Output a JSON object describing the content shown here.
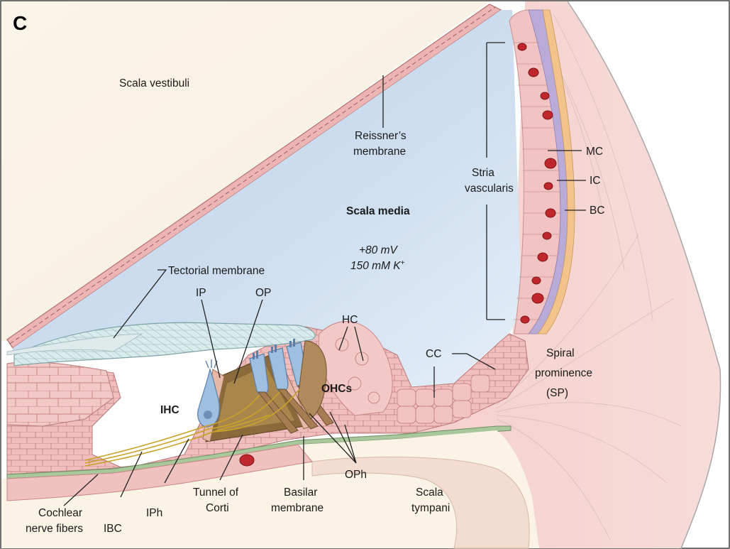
{
  "panel_letter": "C",
  "regions": {
    "scala_vestibuli": "Scala vestibuli",
    "scala_media": "Scala media",
    "scala_media_potential": "+80 mV",
    "scala_media_potassium": "150 mM K",
    "scala_media_potassium_sup": "+",
    "scala_tympani_line1": "Scala",
    "scala_tympani_line2": "tympani"
  },
  "labels": {
    "reissners_line1": "Reissner’s",
    "reissners_line2": "membrane",
    "tectorial": "Tectorial membrane",
    "stria_line1": "Stria",
    "stria_line2": "vascularis",
    "mc": "MC",
    "ic": "IC",
    "bc": "BC",
    "ip": "IP",
    "op": "OP",
    "hc": "HC",
    "cc": "CC",
    "spiral_line1": "Spiral",
    "spiral_line2": "prominence",
    "spiral_line3": "(SP)",
    "ihc": "IHC",
    "ohcs": "OHCs",
    "cochlear_line1": "Cochlear",
    "cochlear_line2": "nerve fibers",
    "ibc": "IBC",
    "iph": "IPh",
    "tunnel_line1": "Tunnel of",
    "tunnel_line2": "Corti",
    "basilar_line1": "Basilar",
    "basilar_line2": "membrane",
    "oph": "OPh"
  },
  "colors": {
    "scala_media_fill": "#c9dbef",
    "scala_vestibuli_fill": "#fbf3e6",
    "tissue_pink": "#f2c6c4",
    "tissue_dark": "#d99a9b",
    "stria_purple": "#b8a9d6",
    "stria_orange": "#f2c48c",
    "capillary_red": "#c0272d",
    "hair_cell_blue": "#9fbfe0",
    "nerve_yellow": "#c9a227"
  }
}
